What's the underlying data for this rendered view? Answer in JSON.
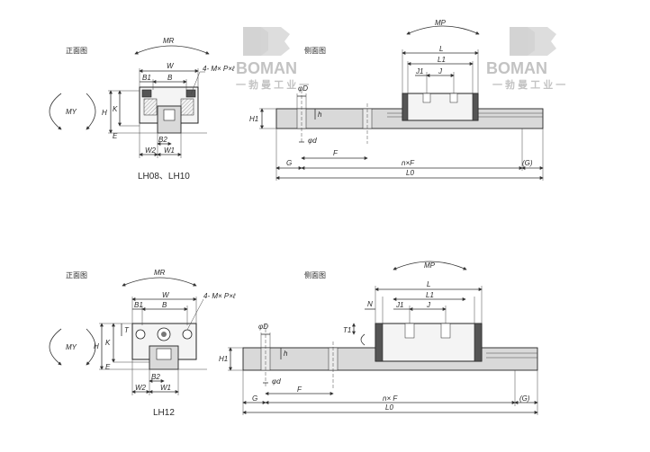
{
  "watermark": {
    "brand": "BOMAN",
    "chinese": "一 勃 曼 工 业 一"
  },
  "top": {
    "front_view_title": "正面图",
    "side_view_title": "侧面图",
    "caption": "LH08、LH10",
    "labels": {
      "W": "W",
      "B": "B",
      "B1": "B1",
      "B2": "B2",
      "W1": "W1",
      "W2": "W2",
      "H": "H",
      "K": "K",
      "E": "E",
      "H1": "H1",
      "M": "4- M× P×ℓ",
      "MR": "MR",
      "MP": "MP",
      "MY": "MY",
      "L": "L",
      "L1": "L1",
      "J": "J",
      "J1": "J1",
      "phiD": "φD",
      "phid": "φd",
      "h": "h",
      "G": "G",
      "F": "F",
      "nF": "n×F",
      "Gp": "(G)",
      "L0": "L0"
    }
  },
  "bottom": {
    "front_view_title": "正面图",
    "side_view_title": "侧面图",
    "caption": "LH12",
    "labels": {
      "W": "W",
      "B": "B",
      "B1": "B1",
      "B2": "B2",
      "W1": "W1",
      "W2": "W2",
      "H": "H",
      "K": "K",
      "T": "T",
      "E": "E",
      "T1": "T1",
      "N": "N",
      "H1": "H1",
      "M": "4- M× P×ℓ",
      "MR": "MR",
      "MP": "MP",
      "MY": "MY",
      "L": "L",
      "L1": "L1",
      "J": "J",
      "J1": "J1",
      "phiD": "φD",
      "phid": "φd",
      "h": "h",
      "G": "G",
      "F": "F",
      "nF": "n× F",
      "Gp": "(G)",
      "L0": "L0"
    }
  }
}
